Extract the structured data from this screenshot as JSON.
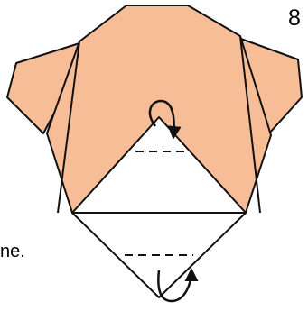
{
  "step": {
    "number": "8"
  },
  "caption": {
    "fragment": "ne."
  },
  "colors": {
    "paper_colored": "#f7bd96",
    "paper_white": "#ffffff",
    "outline": "#111111"
  },
  "icons": {
    "top_arrow": "curved-fold-under-arrow",
    "bottom_arrow": "curved-fold-under-arrow"
  }
}
